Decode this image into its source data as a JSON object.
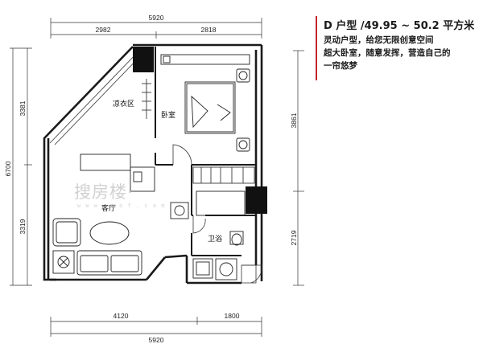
{
  "info": {
    "title": "D 户型 /49.95 ~ 50.2 平方米",
    "lines": [
      "灵动户型，给您无限创意空间",
      "超大卧室，随意发挥，营造自己的",
      "一帘悠梦"
    ],
    "accent_color": "#c0282f"
  },
  "dimensions": {
    "top_total": "5920",
    "top_left": "2982",
    "top_right": "2818",
    "bottom_left": "4120",
    "bottom_right": "1800",
    "bottom_total": "5920",
    "left_total": "6700",
    "left_top": "3381",
    "left_bottom": "3319",
    "right_top": "3861",
    "right_bottom": "2719"
  },
  "rooms": {
    "laundry": "凉衣区",
    "bedroom": "卧室",
    "living": "客厅",
    "bath": "卫浴"
  },
  "watermark": {
    "main": "搜房楼·",
    "sub": "w w w . s o f . c o m"
  }
}
